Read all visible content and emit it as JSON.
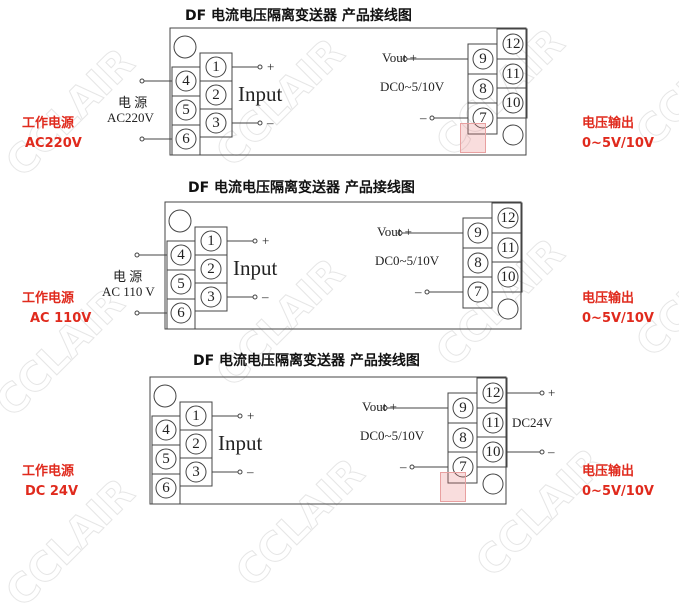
{
  "watermark": "CCLAIR",
  "diagrams": [
    {
      "title": "DF 电流电压隔离变送器 产品接线图",
      "power_label": "电  源",
      "power_value": "AC220V",
      "input_label": "Input",
      "input_plus": "+",
      "input_minus": "–",
      "vout_label": "Vout +",
      "output_range": "DC0~5/10V",
      "output_minus": "–",
      "aux_label": null,
      "aux_plus": null,
      "aux_minus": null,
      "left_note_title": "工作电源",
      "left_note_value": "AC220V",
      "right_note_title": "电压输出",
      "right_note_value": "0~5V/10V",
      "terminals": [
        "1",
        "2",
        "3",
        "4",
        "5",
        "6",
        "7",
        "8",
        "9",
        "10",
        "11",
        "12"
      ]
    },
    {
      "title": "DF 电流电压隔离变送器 产品接线图",
      "power_label": "电  源",
      "power_value": "AC 110 V",
      "input_label": "Input",
      "input_plus": "+",
      "input_minus": "–",
      "vout_label": "Vout +",
      "output_range": "DC0~5/10V",
      "output_minus": "–",
      "aux_label": null,
      "aux_plus": null,
      "aux_minus": null,
      "left_note_title": "工作电源",
      "left_note_value": "AC 110V",
      "right_note_title": "电压输出",
      "right_note_value": "0~5V/10V",
      "terminals": [
        "1",
        "2",
        "3",
        "4",
        "5",
        "6",
        "7",
        "8",
        "9",
        "10",
        "11",
        "12"
      ]
    },
    {
      "title": "DF 电流电压隔离变送器  产品接线图",
      "power_label": null,
      "power_value": null,
      "input_label": "Input",
      "input_plus": "+",
      "input_minus": "–",
      "vout_label": "Vout +",
      "output_range": "DC0~5/10V",
      "output_minus": "–",
      "aux_label": "DC24V",
      "aux_plus": "+",
      "aux_minus": "–",
      "left_note_title": "工作电源",
      "left_note_value": "DC 24V",
      "right_note_title": "电压输出",
      "right_note_value": "0~5V/10V",
      "terminals": [
        "1",
        "2",
        "3",
        "4",
        "5",
        "6",
        "7",
        "8",
        "9",
        "10",
        "11",
        "12"
      ]
    }
  ]
}
